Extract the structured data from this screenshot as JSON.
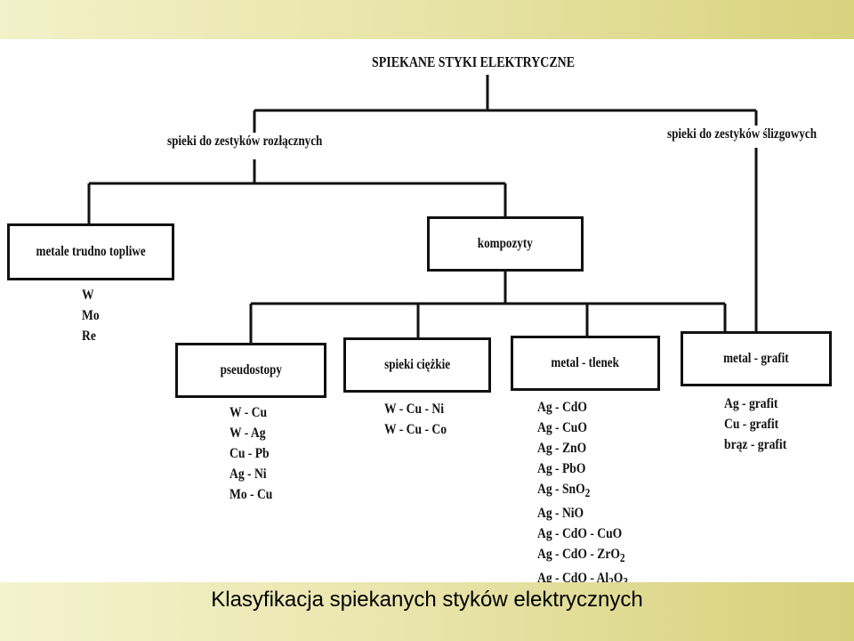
{
  "caption": "Klasyfikacja spiekanych styków elektrycznych",
  "diagram": {
    "root": "SPIEKANE STYKI ELEKTRYCZNE",
    "branch_break": "spieki do zestyków rozłącznych",
    "branch_slide": "spieki do zestyków ślizgowych",
    "box_refractory": "metale trudno topliwe",
    "box_composites": "kompozyty",
    "box_pseudo": "pseudostopy",
    "box_heavy": "spieki ciężkie",
    "box_metal_oxide": "metal - tlenek",
    "box_metal_graphite": "metal - grafit",
    "list_refractory": [
      "W",
      "Mo",
      "Re"
    ],
    "list_pseudo": [
      "W - Cu",
      "W - Ag",
      "Cu - Pb",
      "Ag - Ni",
      "Mo - Cu"
    ],
    "list_heavy": [
      "W - Cu - Ni",
      "W - Cu - Co"
    ],
    "list_metal_oxide": [
      {
        "text": "Ag - CdO"
      },
      {
        "text": "Ag - CuO"
      },
      {
        "text": "Ag - ZnO"
      },
      {
        "text": "Ag - PbO"
      },
      {
        "pre": "Ag - SnO",
        "sub": "2"
      },
      {
        "text": "Ag - NiO"
      },
      {
        "text": "Ag - CdO - CuO"
      },
      {
        "pre": "Ag - CdO - ZrO",
        "sub": "2"
      },
      {
        "pre": "Ag - CdO - Al",
        "sub": "2",
        "mid": "O",
        "sub2": "3"
      }
    ],
    "list_metal_graphite": [
      "Ag - grafit",
      "Cu - grafit",
      "brąz - grafit"
    ]
  },
  "colors": {
    "band_light": "#f3f1c9",
    "band_dark": "#d8d37d",
    "ink": "#111111"
  }
}
